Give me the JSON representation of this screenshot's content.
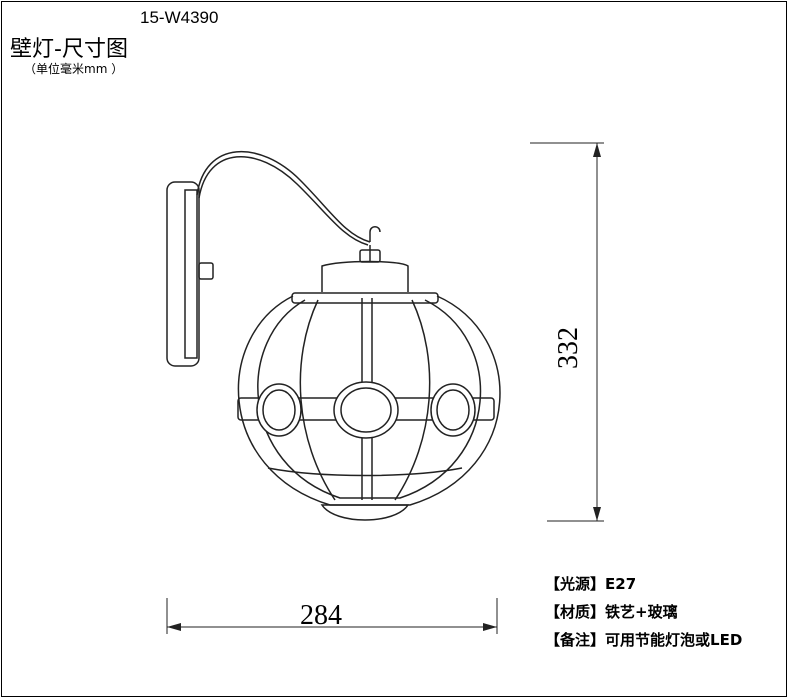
{
  "header": {
    "model": "15-W4390",
    "title": "壁灯-尺寸图",
    "unit": "（单位毫米mm ）"
  },
  "dimensions": {
    "width": "284",
    "height": "332"
  },
  "specs": [
    {
      "label": "【光源】",
      "value": "E27"
    },
    {
      "label": "【材质】",
      "value": "铁艺+玻璃"
    },
    {
      "label": "【备注】",
      "value": "可用节能灯泡或LED"
    }
  ]
}
